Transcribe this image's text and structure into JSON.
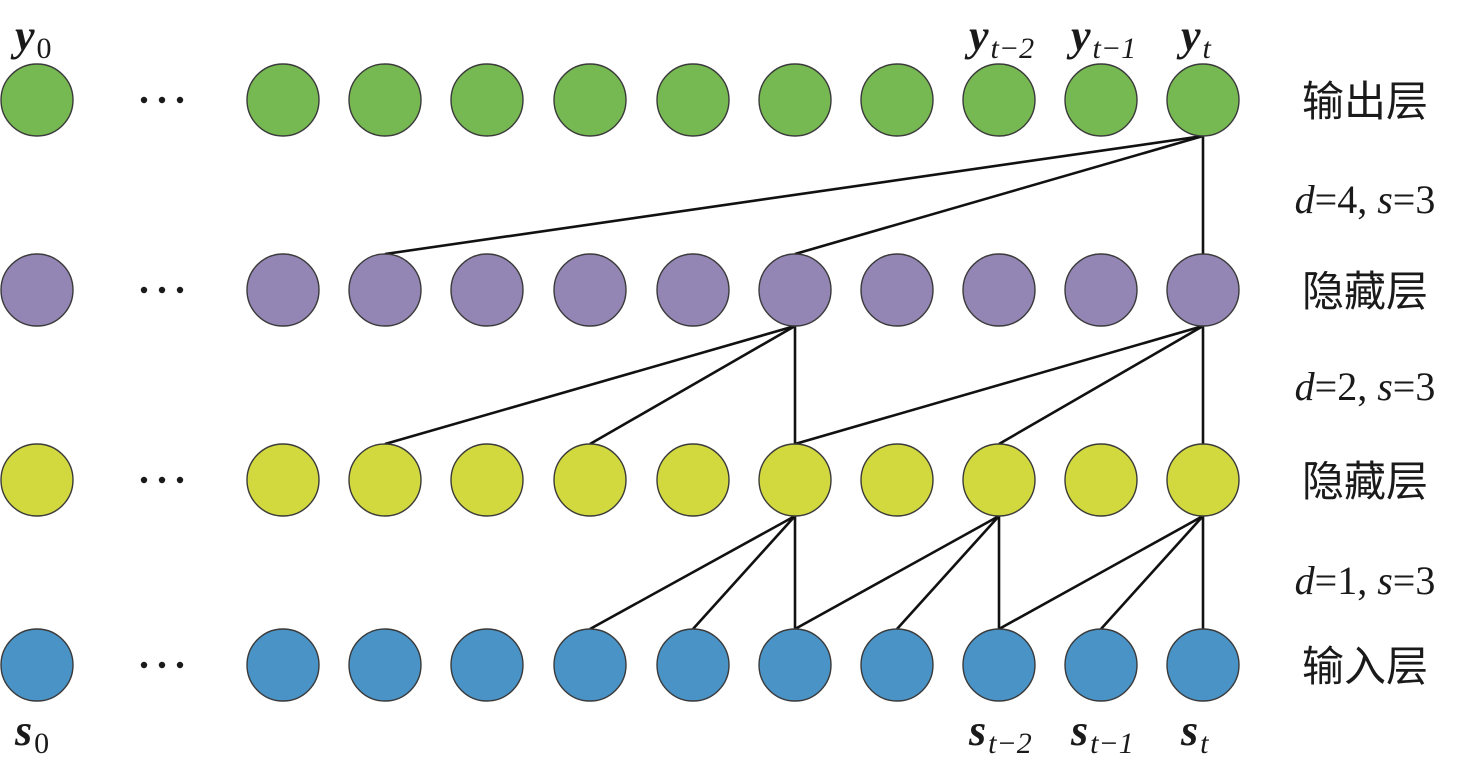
{
  "diagram": {
    "title": "Dilated causal convolution network",
    "layers": [
      {
        "id": "output",
        "name": "输出层",
        "color": "#76b852",
        "label_position": "top"
      },
      {
        "id": "hidden2",
        "name": "隐藏层",
        "color": "#9486b4"
      },
      {
        "id": "hidden1",
        "name": "隐藏层",
        "color": "#d2d93e"
      },
      {
        "id": "input",
        "name": "输入层",
        "color": "#4a93c6",
        "label_position": "bottom"
      }
    ],
    "nodes_per_layer_visible": 11,
    "ellipsis": "…",
    "parameters": [
      {
        "between": [
          "output",
          "hidden2"
        ],
        "d": "4",
        "s": "3"
      },
      {
        "between": [
          "hidden2",
          "hidden1"
        ],
        "d": "2",
        "s": "3"
      },
      {
        "between": [
          "hidden1",
          "input"
        ],
        "d": "1",
        "s": "3"
      }
    ],
    "output_labels": [
      {
        "node": 0,
        "base": "y",
        "sub": "0"
      },
      {
        "node": 8,
        "base": "y",
        "sub": "t−2"
      },
      {
        "node": 9,
        "base": "y",
        "sub": "t−1"
      },
      {
        "node": 10,
        "base": "y",
        "sub": "t"
      }
    ],
    "input_labels": [
      {
        "node": 0,
        "base": "s",
        "sub": "0"
      },
      {
        "node": 8,
        "base": "s",
        "sub": "t−2"
      },
      {
        "node": 9,
        "base": "s",
        "sub": "t−1"
      },
      {
        "node": 10,
        "base": "s",
        "sub": "t"
      }
    ],
    "edges": [
      {
        "from_layer": "output",
        "from": 10,
        "to_layer": "hidden2",
        "to": [
          2,
          6,
          10
        ]
      },
      {
        "from_layer": "hidden2",
        "from": 6,
        "to_layer": "hidden1",
        "to": [
          2,
          4,
          6
        ]
      },
      {
        "from_layer": "hidden2",
        "from": 10,
        "to_layer": "hidden1",
        "to": [
          6,
          8,
          10
        ]
      },
      {
        "from_layer": "hidden1",
        "from": 6,
        "to_layer": "input",
        "to": [
          4,
          5,
          6
        ]
      },
      {
        "from_layer": "hidden1",
        "from": 8,
        "to_layer": "input",
        "to": [
          6,
          7,
          8
        ]
      },
      {
        "from_layer": "hidden1",
        "from": 10,
        "to_layer": "input",
        "to": [
          8,
          9,
          10
        ]
      }
    ],
    "param_text": {
      "d_symbol": "d",
      "s_symbol": "s",
      "eq": "=",
      "sep": ", "
    }
  }
}
